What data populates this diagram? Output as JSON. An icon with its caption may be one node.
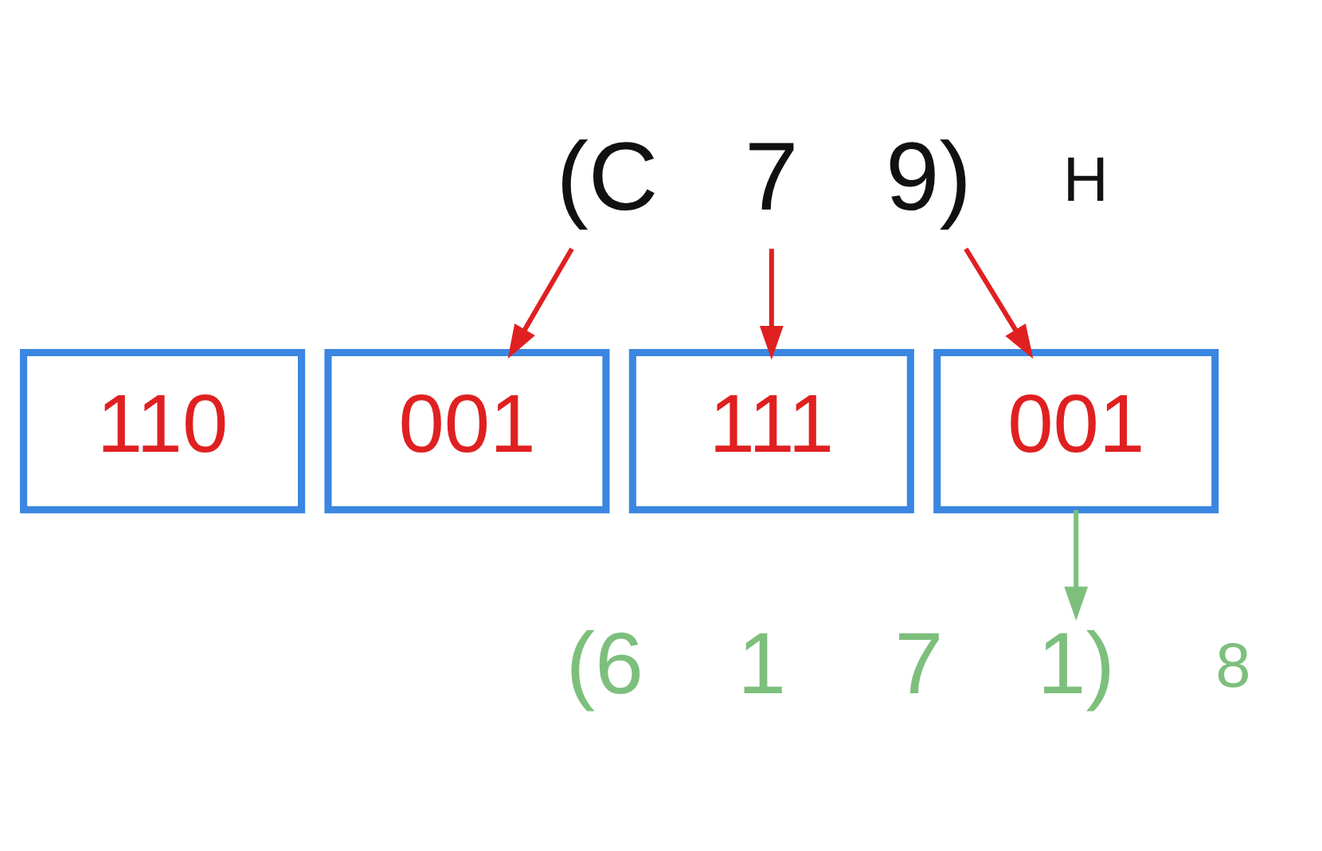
{
  "diagram": {
    "nodes": [
      {
        "text": [
          "(C"
        ]
      },
      {
        "text": [
          "7"
        ]
      },
      {
        "text": [
          "9)"
        ]
      },
      {
        "text": [
          "110"
        ]
      },
      {
        "text": [
          "001"
        ]
      },
      {
        "text": [
          "111"
        ]
      },
      {
        "text": [
          "001"
        ]
      },
      {
        "text": [
          "(6"
        ]
      },
      {
        "text": [
          "1"
        ]
      },
      {
        "text": [
          "7"
        ]
      },
      {
        "text": [
          "1)"
        ]
      }
    ],
    "edges": [
      {
        "from": 0,
        "to": 4,
        "arrow": "to"
      },
      {
        "from": 1,
        "to": 5,
        "arrow": "to"
      },
      {
        "from": 2,
        "to": 6,
        "arrow": "to"
      },
      {
        "from": 6,
        "to": 10,
        "arrow": "to",
        "color": "#7dbf7d"
      }
    ],
    "labels": [
      "H",
      "8"
    ]
  }
}
